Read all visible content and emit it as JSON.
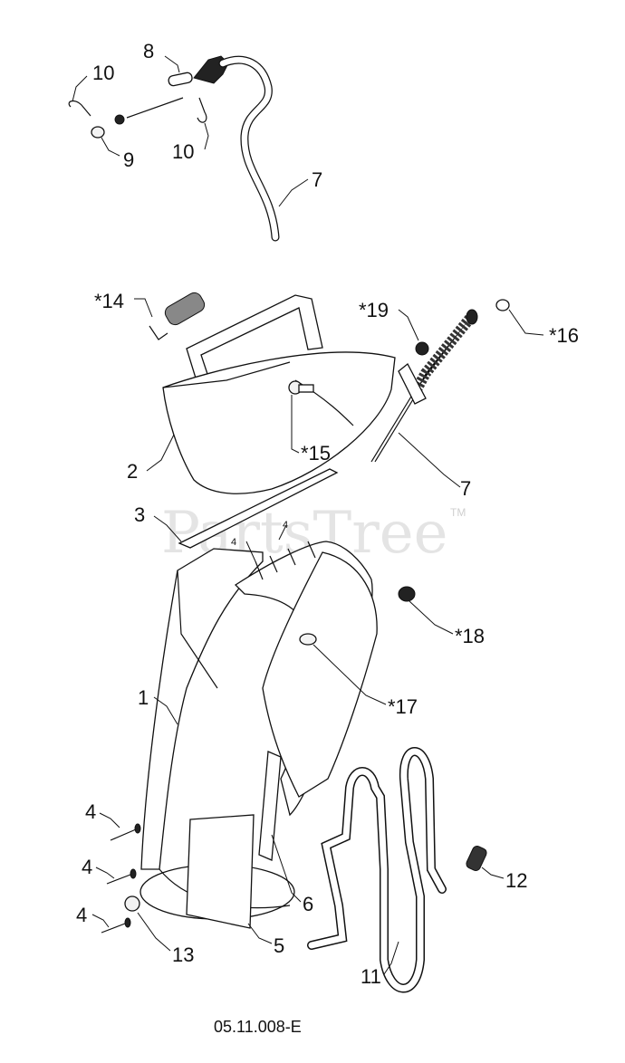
{
  "diagram": {
    "code": "05.11.008-E",
    "watermark": "PartsTree",
    "watermark_tm": "TM",
    "labels": {
      "l10a": "10",
      "l8": "8",
      "l9": "9",
      "l10b": "10",
      "l7a": "7",
      "l14": "*14",
      "l19": "*19",
      "l16": "*16",
      "l15": "*15",
      "l2": "2",
      "l7b": "7",
      "l3": "3",
      "l4a": "4",
      "l4b": "4",
      "l18": "*18",
      "l17": "*17",
      "l1": "1",
      "l4c": "4",
      "l4d": "4",
      "l4e": "4",
      "l12": "12",
      "l6": "6",
      "l13": "13",
      "l5": "5",
      "l11": "11"
    }
  }
}
